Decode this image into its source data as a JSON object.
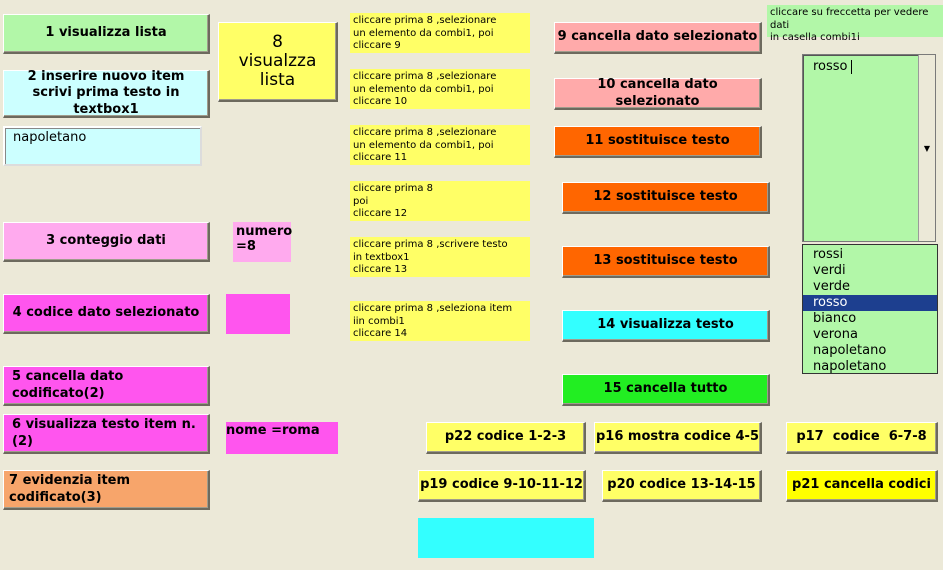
{
  "buttons": {
    "b1": "1 visualizza lista",
    "b2": "2 inserire nuovo item\nscrivi prima testo in textbox1",
    "b3": "3 conteggio dati",
    "b4": "4 codice dato selezionato",
    "b5": "5 cancella dato codificato(2)",
    "b6": "6 visualizza testo item n.(2)",
    "b7": "7 evidenzia item codificato(3)",
    "b8": "8\nvisualzza\nlista",
    "b9": "9 cancella dato selezionato",
    "b10": "10 cancella dato selezionato",
    "b11": "11 sostituisce testo",
    "b12": "12 sostituisce testo",
    "b13": "13 sostituisce testo",
    "b14": "14 visualizza testo",
    "b15": "15 cancella tutto",
    "p22": "p22 codice 1-2-3",
    "p16": "p16 mostra codice 4-5",
    "p17": "p17  codice  6-7-8",
    "p19": "p19 codice 9-10-11-12",
    "p20": "p20 codice 13-14-15",
    "p21": "p21 cancella codici"
  },
  "textbox1": {
    "value": "napoletano"
  },
  "labels": {
    "numero": "numero\n=8",
    "nome": "nome =roma",
    "hint_combo": "cliccare su freccetta per vedere dati\nin casella combi1i"
  },
  "notes": {
    "n9": "cliccare prima 8 ,selezionare\nun elemento da combi1, poi\ncliccare 9",
    "n10": "cliccare prima 8 ,selezionare\nun elemento da combi1, poi\ncliccare 10",
    "n11": "cliccare prima 8 ,selezionare\nun elemento da combi1, poi\ncliccare 11",
    "n12": "cliccare prima 8\npoi\ncliccare 12",
    "n13": "cliccare prima 8 ,scrivere testo\nin textbox1\ncliccare 13",
    "n14": "cliccare prima 8 ,seleziona item\niin combi1\ncliccare 14"
  },
  "combo": {
    "value": "rosso"
  },
  "list": {
    "items": [
      "rossi",
      "verdi",
      "verde",
      "rosso",
      "bianco",
      "verona",
      "napoletano",
      "napoletano"
    ],
    "selected_index": 3
  },
  "colors": {
    "background": "#ece9d8",
    "green": "#b2f7a8",
    "cyan": "#ccffff",
    "pink": "#ffaaee",
    "magenta": "#ff55ee",
    "orange_light": "#f7a56b",
    "yellow": "#ffff66",
    "salmon": "#ffaaaa",
    "orange": "#ff6600",
    "cyan_bright": "#33ffff",
    "green_bright": "#22ee22",
    "yellow_bright": "#ffff00",
    "list_selection": "#1d3f8f"
  }
}
